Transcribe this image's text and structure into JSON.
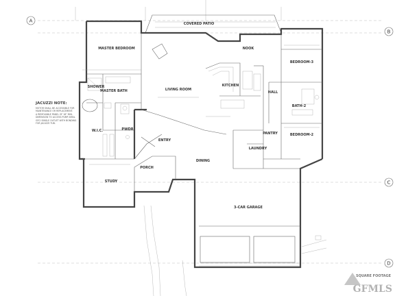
{
  "grid_markers": {
    "a": "A",
    "b": "B",
    "c": "C",
    "d": "D"
  },
  "rooms": {
    "covered_patio": "COVERED PATIO",
    "master_bedroom": "MASTER BEDROOM",
    "nook": "NOOK",
    "bedroom_3": "BEDROOM-3",
    "master_bath": "MASTER BATH",
    "shower": "SHOWER",
    "living_room": "LIVING ROOM",
    "kitchen": "KITCHEN",
    "hall": "HALL",
    "bath_2": "BATH-2",
    "wic": "W.I.C.",
    "powder": "PWDR",
    "entry": "ENTRY",
    "pantry": "PANTRY",
    "bedroom_2": "BEDROOM-2",
    "laundry": "LAUNDRY",
    "dining": "DINING",
    "porch": "PORCH",
    "study": "STUDY",
    "garage": "3-CAR GARAGE"
  },
  "notes": {
    "jacuzzi_title": "JACUZZI NOTE:",
    "jacuzzi_lines": [
      "MOTOR SHALL BE ACCESSIBLE FOR",
      "MAINTENANCE OR REPLACEMENT.",
      "A REMOVABLE PANEL OF 18\" MIN.",
      "DIMENSION TO ACCESS PUMP AREA.",
      "GFCI SINGLE OUTLET WITH BONDING",
      "FOR JACUZZI TUB."
    ]
  },
  "watermark": {
    "line1": "SQUARE FOOTAGE",
    "brand": "GFMLS"
  }
}
